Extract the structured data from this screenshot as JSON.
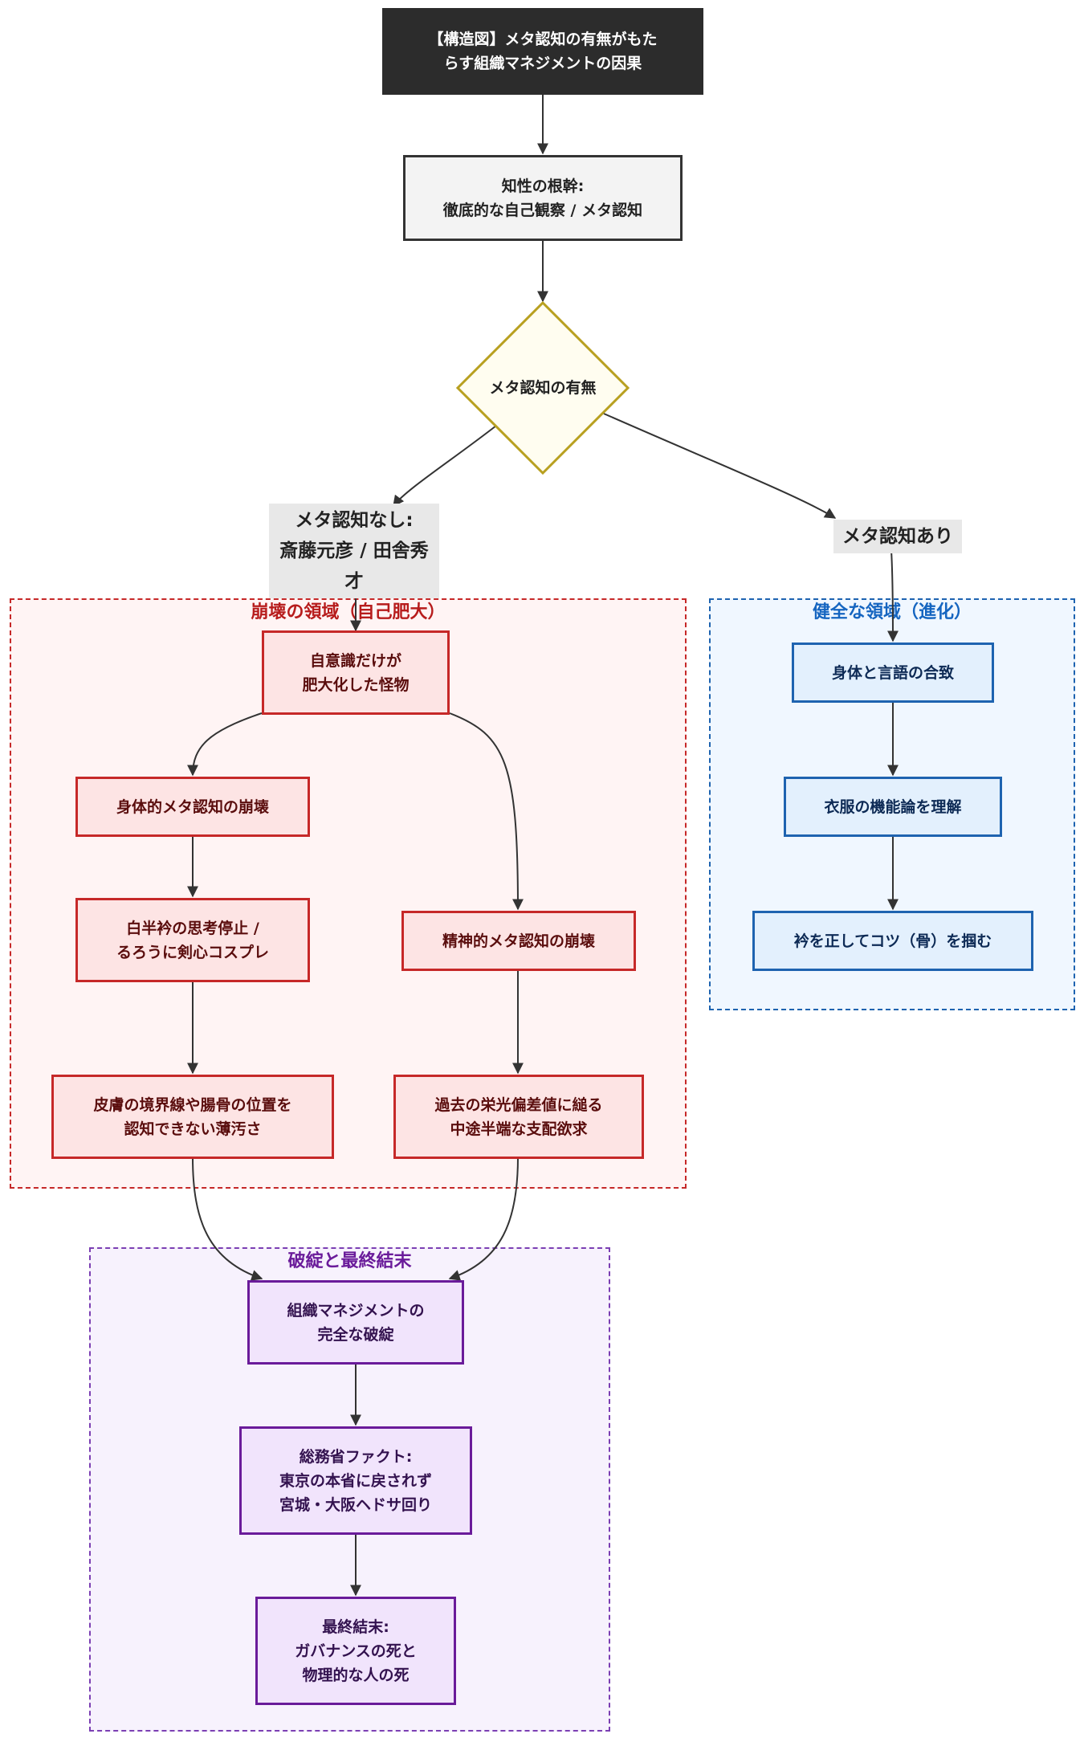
{
  "title": "【構造図】メタ認知の有無がもた\nらす組織マネジメントの因果",
  "root": "知性の根幹:\n徹底的な自己観察 / メタ認知",
  "decision": "メタ認知の有無",
  "branch_no": "メタ認知なし:\n斎藤元彦 / 田舎秀才",
  "branch_yes": "メタ認知あり",
  "clusters": {
    "collapse": "崩壊の領域（自己肥大）",
    "healthy": "健全な領域（進化）",
    "ruin": "破綻と最終結末"
  },
  "collapse_nodes": {
    "monster": "自意識だけが\n肥大化した怪物",
    "physical": "身体的メタ認知の崩壊",
    "collar": "白半衿の思考停止 /\nるろうに剣心コスプレ",
    "skin": "皮膚の境界線や腸骨の位置を\n認知できない薄汚さ",
    "mental": "精神的メタ認知の崩壊",
    "past": "過去の栄光偏差値に縋る\n中途半端な支配欲求"
  },
  "healthy_nodes": {
    "body": "身体と言語の合致",
    "clothing": "衣服の機能論を理解",
    "collar": "衿を正してコツ（骨）を掴む"
  },
  "ruin_nodes": {
    "org": "組織マネジメントの\n完全な破綻",
    "fact": "総務省ファクト:\n東京の本省に戻されず\n宮城・大阪ヘドサ回り",
    "end": "最終結末:\nガバナンスの死と\n物理的な人の死"
  },
  "colors": {
    "collapse": "#c62828",
    "healthy": "#1e63b0",
    "ruin": "#6a1b9a",
    "title_bg": "#2c2c2c",
    "decision_border": "#b8a020",
    "decision_fill": "#fffdf0"
  }
}
